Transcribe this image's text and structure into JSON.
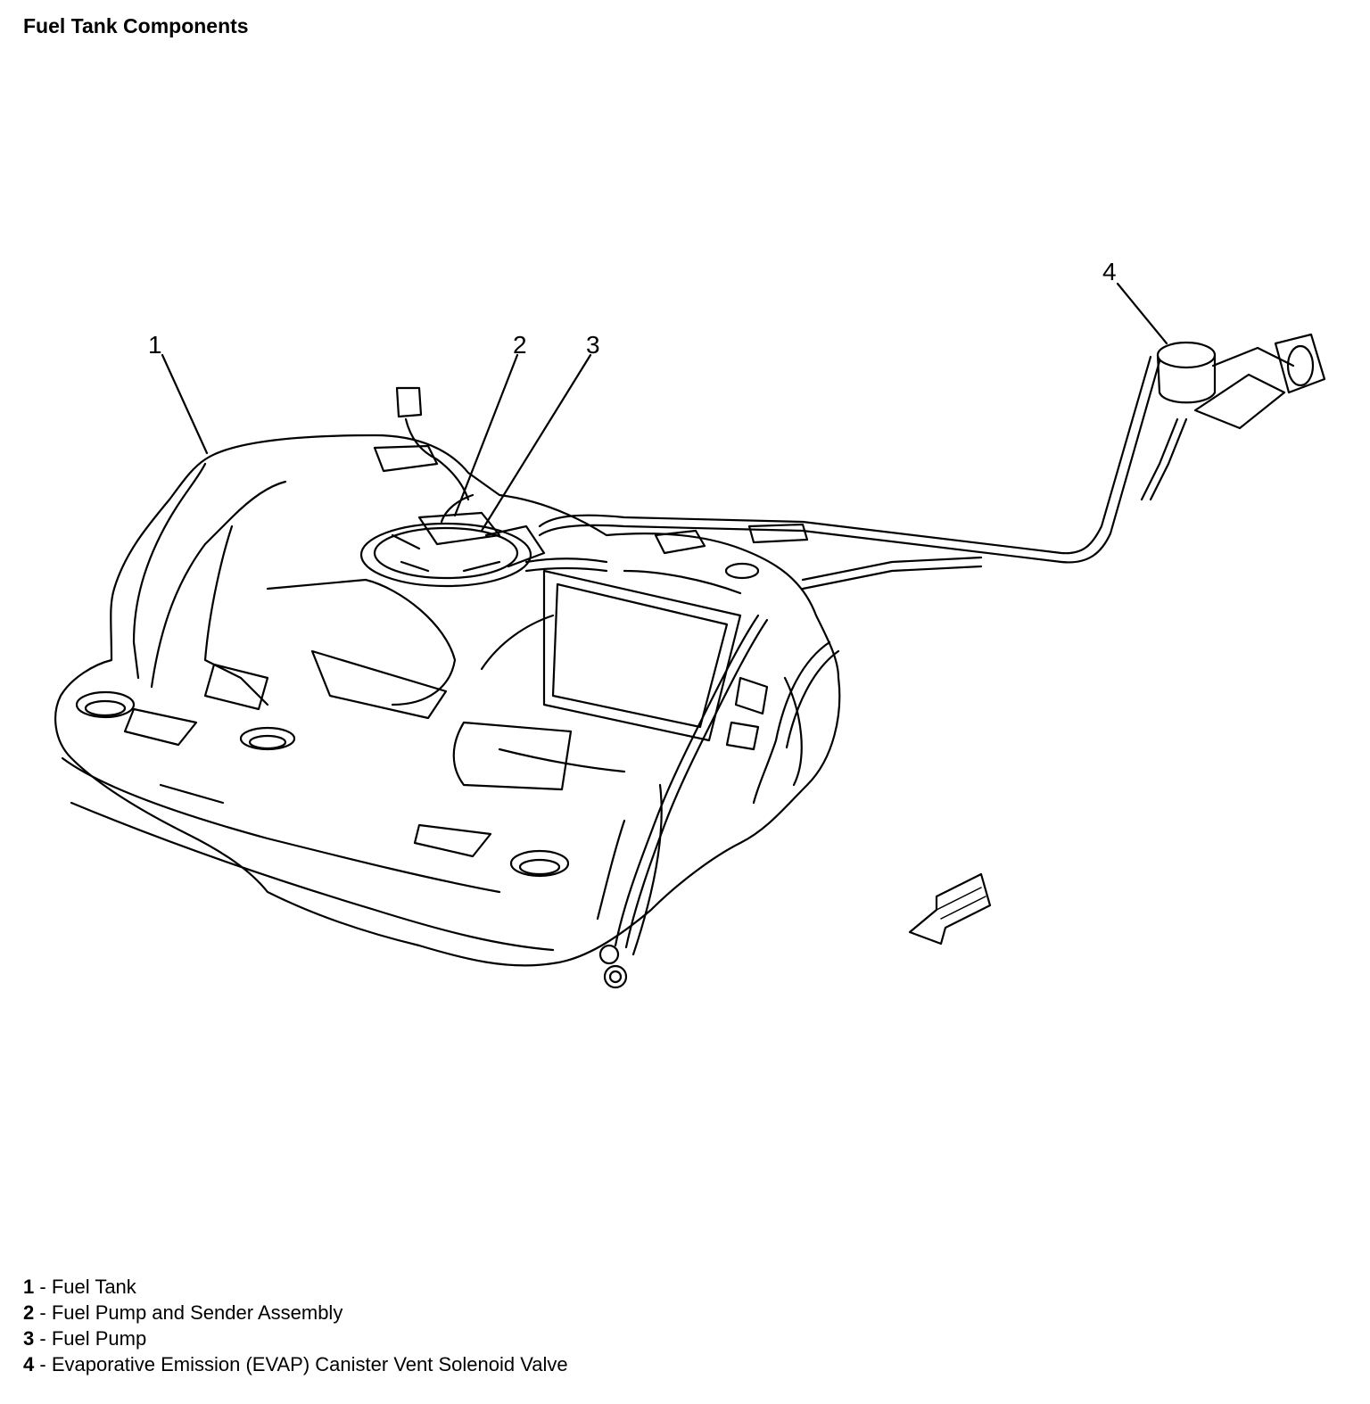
{
  "title": "Fuel Tank Components",
  "callouts": [
    "1",
    "2",
    "3",
    "4"
  ],
  "legend": [
    {
      "num": "1",
      "sep": " - ",
      "text": "Fuel Tank"
    },
    {
      "num": "2",
      "sep": " - ",
      "text": "Fuel Pump and Sender Assembly"
    },
    {
      "num": "3",
      "sep": " - ",
      "text": "Fuel Pump"
    },
    {
      "num": "4",
      "sep": " - ",
      "text": "Evaporative Emission (EVAP) Canister Vent Solenoid Valve"
    }
  ],
  "line_color": "#000000",
  "background_color": "#ffffff"
}
